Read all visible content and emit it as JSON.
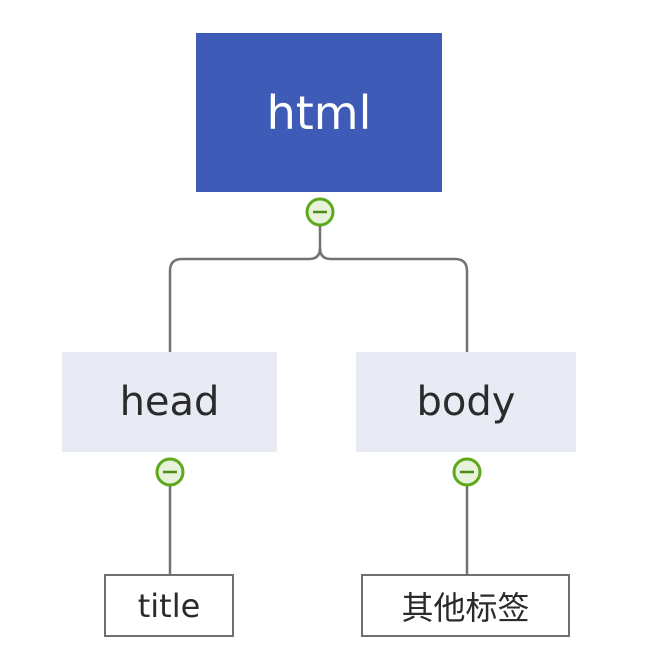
{
  "diagram": {
    "type": "tree",
    "root": {
      "label": "html",
      "children": [
        {
          "label": "head",
          "children": [
            {
              "label": "title"
            }
          ]
        },
        {
          "label": "body",
          "children": [
            {
              "label": "其他标签"
            }
          ]
        }
      ]
    },
    "colors": {
      "root_fill": "#3f5bb8",
      "root_text": "#ffffff",
      "branch_fill": "#e9ebf4",
      "leaf_border": "#6f6f6f",
      "connector": "#737373",
      "collapse_toggle_stroke": "#5ea81c",
      "collapse_toggle_fill": "#e6f2d9"
    },
    "toggle_icon": "collapse-minus-icon"
  }
}
